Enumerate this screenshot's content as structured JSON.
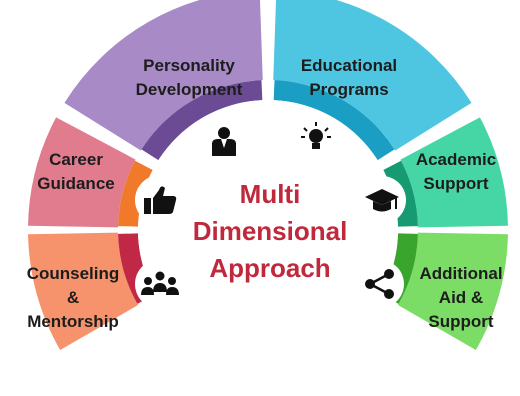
{
  "center": {
    "line1": "Multi",
    "line2": "Dimensional",
    "line3": "Approach"
  },
  "colors": {
    "center_text": "#c0283c"
  },
  "segments": [
    {
      "id": "personality",
      "lines": [
        "Personality",
        "Development"
      ],
      "icon": "person-icon",
      "outer": "#a88ac6",
      "inner": "#6b4c94"
    },
    {
      "id": "educational",
      "lines": [
        "Educational",
        "Programs"
      ],
      "icon": "lightbulb-icon",
      "outer": "#4ec6e2",
      "inner": "#1b9ec4"
    },
    {
      "id": "academic",
      "lines": [
        "Academic",
        "Support"
      ],
      "icon": "graduation-cap-icon",
      "outer": "#46d6a6",
      "inner": "#169a72"
    },
    {
      "id": "additional",
      "lines": [
        "Additional",
        "Aid &",
        "Support"
      ],
      "icon": "share-icon",
      "outer": "#7bdc66",
      "inner": "#3aa52c"
    },
    {
      "id": "counseling",
      "lines": [
        "Counseling",
        "&",
        "Mentorship"
      ],
      "icon": "group-icon",
      "outer": "#f7936c",
      "inner": "#c02846"
    },
    {
      "id": "career",
      "lines": [
        "Career",
        "Guidance"
      ],
      "icon": "thumbs-up-icon",
      "outer": "#e07c8e",
      "inner": "#f07a2a"
    }
  ]
}
